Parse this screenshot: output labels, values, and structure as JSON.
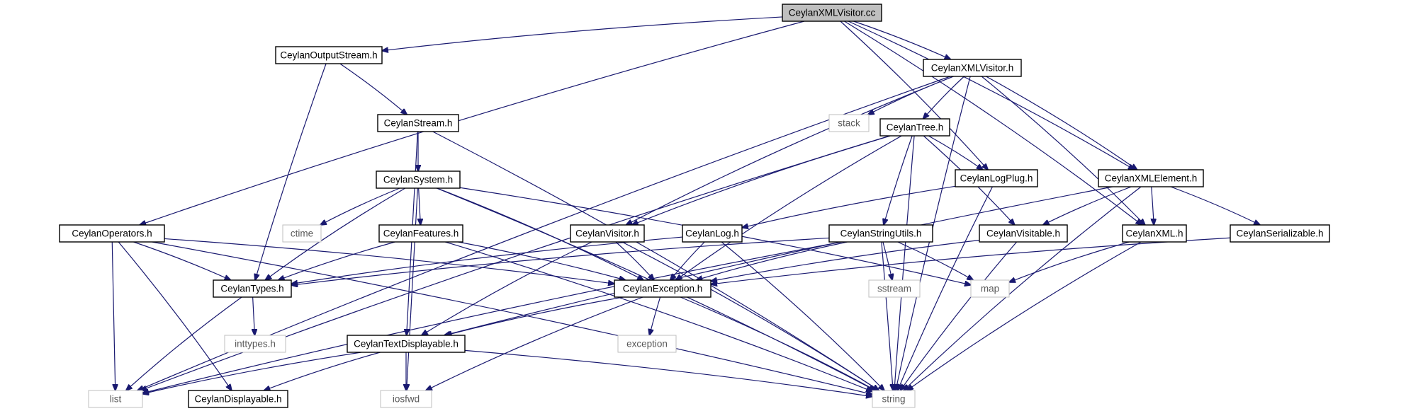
{
  "diagram": {
    "type": "include-dependency-graph",
    "nodes": [
      {
        "id": "root",
        "label": "CeylanXMLVisitor.cc",
        "kind": "root"
      },
      {
        "id": "outputstream",
        "label": "CeylanOutputStream.h",
        "kind": "header"
      },
      {
        "id": "xmlvisitor",
        "label": "CeylanXMLVisitor.h",
        "kind": "header"
      },
      {
        "id": "stream",
        "label": "CeylanStream.h",
        "kind": "header"
      },
      {
        "id": "stack",
        "label": "stack",
        "kind": "system"
      },
      {
        "id": "tree",
        "label": "CeylanTree.h",
        "kind": "header"
      },
      {
        "id": "system",
        "label": "CeylanSystem.h",
        "kind": "header"
      },
      {
        "id": "logplug",
        "label": "CeylanLogPlug.h",
        "kind": "header"
      },
      {
        "id": "xmlelement",
        "label": "CeylanXMLElement.h",
        "kind": "header"
      },
      {
        "id": "operators",
        "label": "CeylanOperators.h",
        "kind": "header"
      },
      {
        "id": "ctime",
        "label": "ctime",
        "kind": "system"
      },
      {
        "id": "features",
        "label": "CeylanFeatures.h",
        "kind": "header"
      },
      {
        "id": "visitor",
        "label": "CeylanVisitor.h",
        "kind": "header"
      },
      {
        "id": "log",
        "label": "CeylanLog.h",
        "kind": "header"
      },
      {
        "id": "stringutils",
        "label": "CeylanStringUtils.h",
        "kind": "header"
      },
      {
        "id": "visitable",
        "label": "CeylanVisitable.h",
        "kind": "header"
      },
      {
        "id": "xml",
        "label": "CeylanXML.h",
        "kind": "header"
      },
      {
        "id": "serializable",
        "label": "CeylanSerializable.h",
        "kind": "header"
      },
      {
        "id": "types",
        "label": "CeylanTypes.h",
        "kind": "header"
      },
      {
        "id": "exception",
        "label": "CeylanException.h",
        "kind": "header"
      },
      {
        "id": "sstream",
        "label": "sstream",
        "kind": "system"
      },
      {
        "id": "map",
        "label": "map",
        "kind": "system"
      },
      {
        "id": "inttypes",
        "label": "inttypes.h",
        "kind": "system"
      },
      {
        "id": "textdisplayable",
        "label": "CeylanTextDisplayable.h",
        "kind": "header"
      },
      {
        "id": "exceptionstd",
        "label": "exception",
        "kind": "system"
      },
      {
        "id": "list",
        "label": "list",
        "kind": "system"
      },
      {
        "id": "displayable",
        "label": "CeylanDisplayable.h",
        "kind": "header"
      },
      {
        "id": "iosfwd",
        "label": "iosfwd",
        "kind": "system"
      },
      {
        "id": "string",
        "label": "string",
        "kind": "system"
      }
    ],
    "edges": [
      [
        "root",
        "xmlvisitor"
      ],
      [
        "root",
        "outputstream"
      ],
      [
        "root",
        "operators"
      ],
      [
        "root",
        "logplug"
      ],
      [
        "root",
        "xmlelement"
      ],
      [
        "root",
        "xml"
      ],
      [
        "outputstream",
        "stream"
      ],
      [
        "outputstream",
        "types"
      ],
      [
        "xmlvisitor",
        "stack"
      ],
      [
        "xmlvisitor",
        "tree"
      ],
      [
        "xmlvisitor",
        "visitor"
      ],
      [
        "xmlvisitor",
        "xmlelement"
      ],
      [
        "xmlvisitor",
        "xml"
      ],
      [
        "xmlvisitor",
        "list"
      ],
      [
        "xmlvisitor",
        "string"
      ],
      [
        "stream",
        "system"
      ],
      [
        "stream",
        "textdisplayable"
      ],
      [
        "stream",
        "string"
      ],
      [
        "tree",
        "logplug"
      ],
      [
        "tree",
        "stringutils"
      ],
      [
        "tree",
        "visitable"
      ],
      [
        "tree",
        "visitor"
      ],
      [
        "tree",
        "exception"
      ],
      [
        "tree",
        "list"
      ],
      [
        "tree",
        "string"
      ],
      [
        "system",
        "ctime"
      ],
      [
        "system",
        "features"
      ],
      [
        "system",
        "types"
      ],
      [
        "system",
        "exception"
      ],
      [
        "system",
        "iosfwd"
      ],
      [
        "system",
        "map"
      ],
      [
        "system",
        "string"
      ],
      [
        "logplug",
        "log"
      ],
      [
        "logplug",
        "string"
      ],
      [
        "xmlelement",
        "visitable"
      ],
      [
        "xmlelement",
        "xml"
      ],
      [
        "xmlelement",
        "serializable"
      ],
      [
        "xmlelement",
        "textdisplayable"
      ],
      [
        "xmlelement",
        "string"
      ],
      [
        "operators",
        "types"
      ],
      [
        "operators",
        "exception"
      ],
      [
        "operators",
        "list"
      ],
      [
        "operators",
        "displayable"
      ],
      [
        "operators",
        "string"
      ],
      [
        "features",
        "types"
      ],
      [
        "features",
        "exception"
      ],
      [
        "features",
        "string"
      ],
      [
        "visitor",
        "exception"
      ],
      [
        "visitor",
        "textdisplayable"
      ],
      [
        "visitor",
        "string"
      ],
      [
        "log",
        "types"
      ],
      [
        "log",
        "exception"
      ],
      [
        "log",
        "string"
      ],
      [
        "stringutils",
        "types"
      ],
      [
        "stringutils",
        "exception"
      ],
      [
        "stringutils",
        "sstream"
      ],
      [
        "stringutils",
        "map"
      ],
      [
        "stringutils",
        "list"
      ],
      [
        "stringutils",
        "string"
      ],
      [
        "visitable",
        "exception"
      ],
      [
        "visitable",
        "string"
      ],
      [
        "xml",
        "map"
      ],
      [
        "xml",
        "string"
      ],
      [
        "serializable",
        "exception"
      ],
      [
        "types",
        "inttypes"
      ],
      [
        "types",
        "list"
      ],
      [
        "exception",
        "textdisplayable"
      ],
      [
        "exception",
        "exceptionstd"
      ],
      [
        "exception",
        "iosfwd"
      ],
      [
        "exception",
        "string"
      ],
      [
        "textdisplayable",
        "displayable"
      ],
      [
        "textdisplayable",
        "iosfwd"
      ],
      [
        "textdisplayable",
        "list"
      ],
      [
        "textdisplayable",
        "string"
      ]
    ]
  }
}
